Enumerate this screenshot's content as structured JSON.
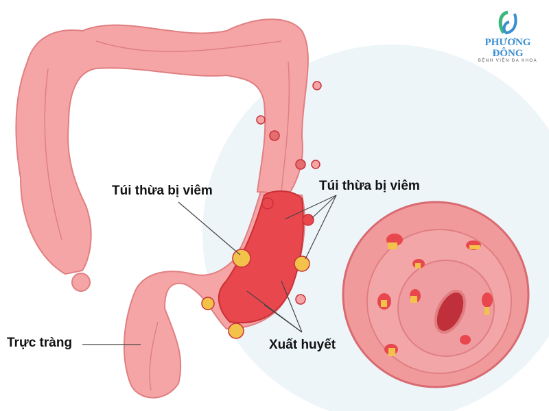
{
  "logo": {
    "name": "PHƯƠNG ĐÔNG",
    "subtitle": "BỆNH VIỆN ĐA KHOA"
  },
  "labels": {
    "inflamed_left": "Túi thừa bị viêm",
    "inflamed_right": "Túi thừa bị viêm",
    "rectum": "Trực tràng",
    "bleeding": "Xuất huyết"
  },
  "colors": {
    "colon": "#f4a3a3",
    "inflamed": "#e8474d",
    "background_circle": "#eaf3f8",
    "pus": "#f3c24a",
    "logo_green": "#3bb77e",
    "logo_blue": "#3a8fd0"
  }
}
